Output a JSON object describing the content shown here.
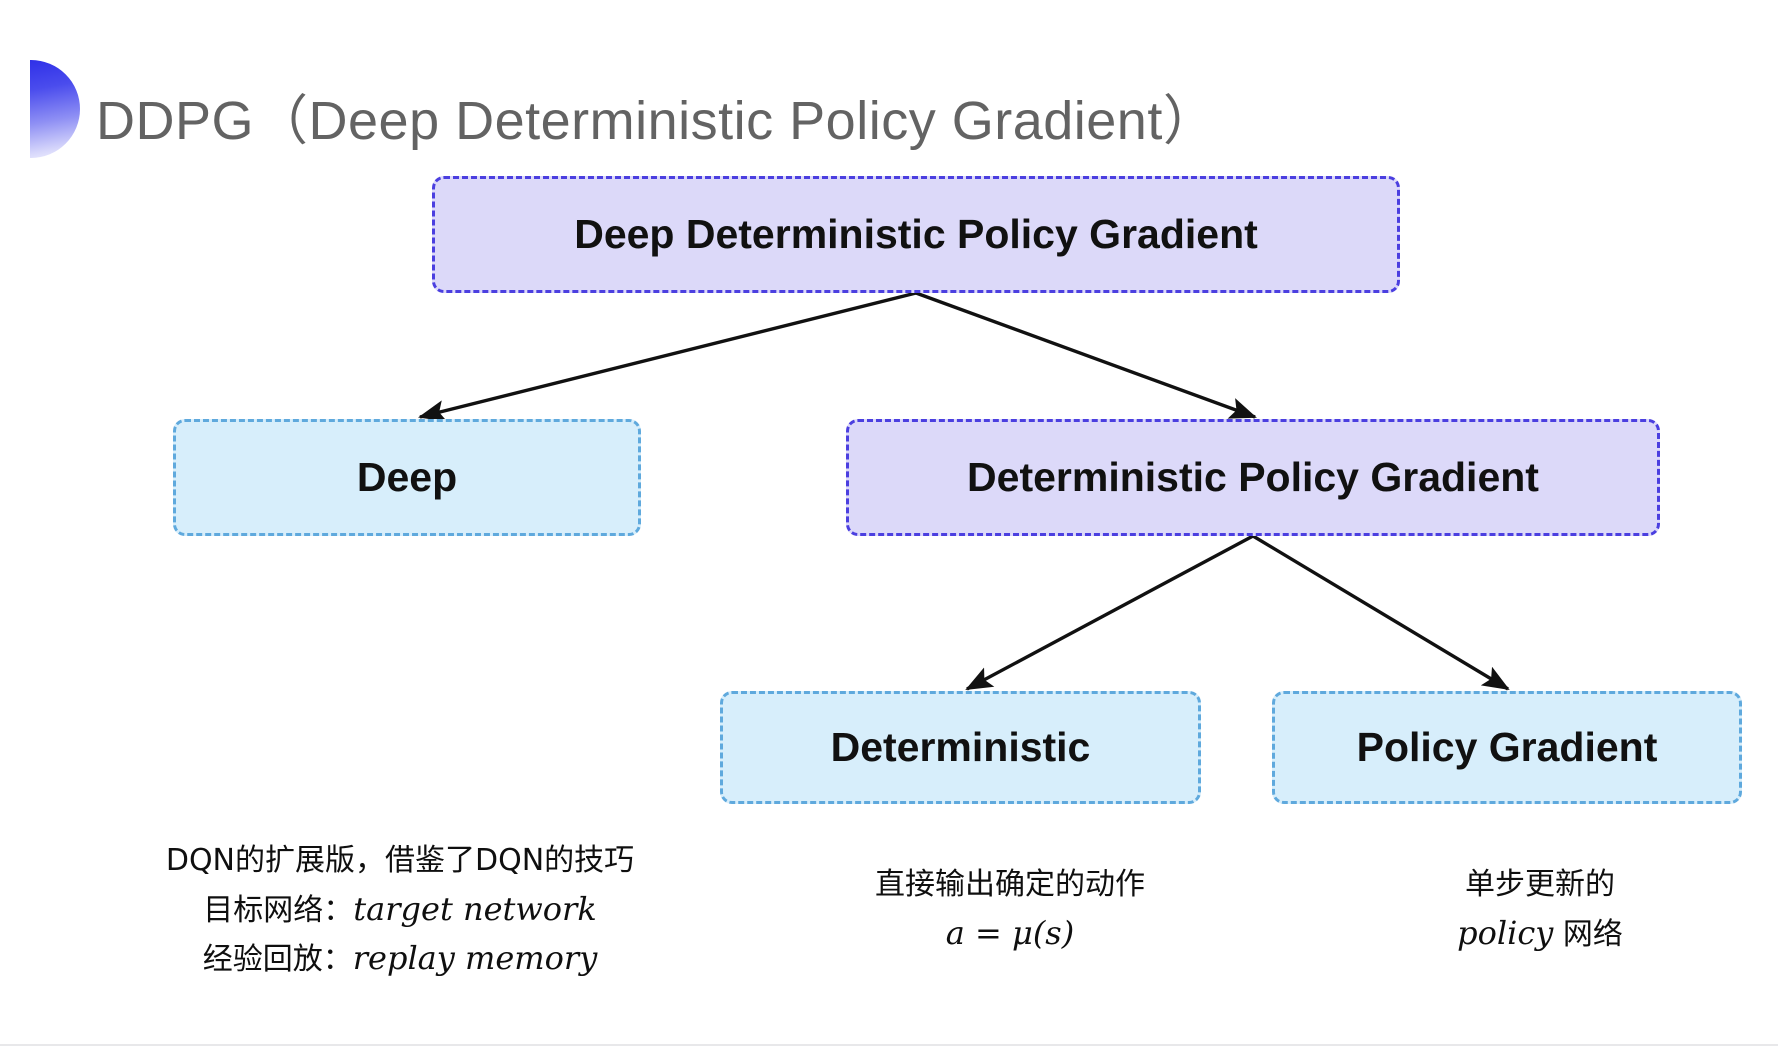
{
  "slide": {
    "title": "DDPG（Deep Deterministic Policy Gradient）",
    "background_color": "#ffffff",
    "title_color": "#636363",
    "bullet_icon": "half-circle-gradient-icon",
    "bullet_gradient_from": "#2f30e8",
    "bullet_gradient_to": "#f2f2fe"
  },
  "diagram": {
    "type": "tree",
    "node_styles": {
      "purple": {
        "fill": "#dcd9f9",
        "border": "#4b3fe0",
        "border_style": "dashed"
      },
      "blue": {
        "fill": "#d7eefb",
        "border": "#5fa9dd",
        "border_style": "dashed"
      }
    },
    "arrow_color": "#111111",
    "nodes": {
      "root": {
        "label": "Deep Deterministic Policy Gradient",
        "style": "purple"
      },
      "deep": {
        "label": "Deep",
        "style": "blue"
      },
      "dpg": {
        "label": "Deterministic Policy Gradient",
        "style": "purple"
      },
      "deterministic": {
        "label": "Deterministic",
        "style": "blue"
      },
      "policy_gradient": {
        "label": "Policy Gradient",
        "style": "blue"
      }
    },
    "edges": [
      {
        "from": "root",
        "to": "deep"
      },
      {
        "from": "root",
        "to": "dpg"
      },
      {
        "from": "dpg",
        "to": "deterministic"
      },
      {
        "from": "dpg",
        "to": "policy_gradient"
      }
    ]
  },
  "annotations": {
    "deep": {
      "line1": "DQN的扩展版，借鉴了DQN的技巧",
      "line2_label": "目标网络：",
      "line2_term": "target network",
      "line3_label": "经验回放：",
      "line3_term": "replay memory"
    },
    "deterministic": {
      "line1": "直接输出确定的动作",
      "formula": "a = μ(s)"
    },
    "policy_gradient": {
      "line1": "单步更新的",
      "line2_term": "policy",
      "line2_suffix": " 网络"
    }
  }
}
